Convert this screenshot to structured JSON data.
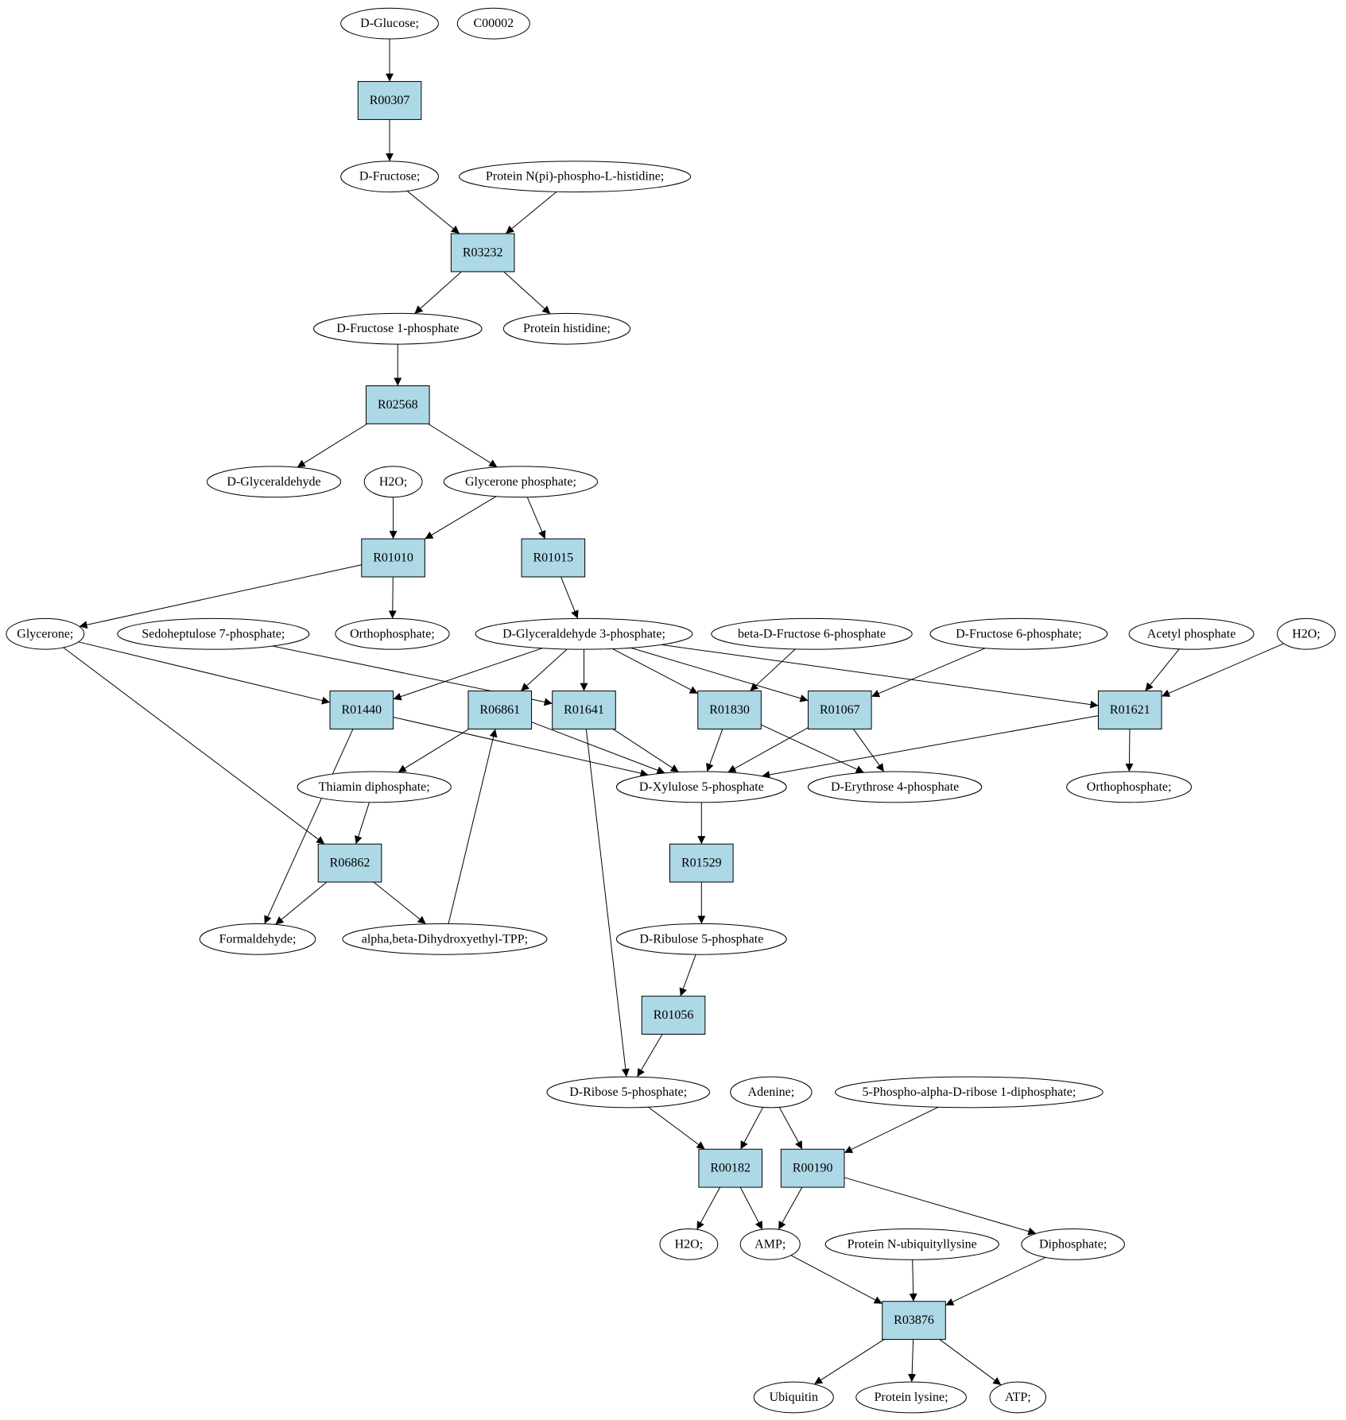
{
  "colors": {
    "reaction_fill": "#add8e6",
    "compound_fill": "#ffffff",
    "start_fill": "#00ee00",
    "highlight_fill": "#ffff00",
    "stroke": "#000000"
  },
  "nodes": [
    {
      "id": "n_glucose",
      "label": "D-Glucose;",
      "kind": "compound",
      "role": "start"
    },
    {
      "id": "n_c00002",
      "label": "C00002",
      "kind": "compound",
      "role": "highlight"
    },
    {
      "id": "r_R00307",
      "label": "R00307",
      "kind": "reaction"
    },
    {
      "id": "n_fructose",
      "label": "D-Fructose;",
      "kind": "compound"
    },
    {
      "id": "n_protnpi",
      "label": "Protein N(pi)-phospho-L-histidine;",
      "kind": "compound"
    },
    {
      "id": "r_R03232",
      "label": "R03232",
      "kind": "reaction"
    },
    {
      "id": "n_fru1p",
      "label": "D-Fructose 1-phosphate",
      "kind": "compound"
    },
    {
      "id": "n_prothis",
      "label": "Protein histidine;",
      "kind": "compound"
    },
    {
      "id": "r_R02568",
      "label": "R02568",
      "kind": "reaction"
    },
    {
      "id": "n_glyald",
      "label": "D-Glyceraldehyde",
      "kind": "compound"
    },
    {
      "id": "n_h2o_a",
      "label": "H2O;",
      "kind": "compound"
    },
    {
      "id": "n_glyp",
      "label": "Glycerone phosphate;",
      "kind": "compound"
    },
    {
      "id": "r_R01010",
      "label": "R01010",
      "kind": "reaction"
    },
    {
      "id": "r_R01015",
      "label": "R01015",
      "kind": "reaction"
    },
    {
      "id": "n_glycerone",
      "label": "Glycerone;",
      "kind": "compound"
    },
    {
      "id": "n_sed7p",
      "label": "Sedoheptulose 7-phosphate;",
      "kind": "compound"
    },
    {
      "id": "n_ortho_a",
      "label": "Orthophosphate;",
      "kind": "compound"
    },
    {
      "id": "n_ga3p",
      "label": "D-Glyceraldehyde 3-phosphate;",
      "kind": "compound"
    },
    {
      "id": "n_bf6p",
      "label": "beta-D-Fructose 6-phosphate",
      "kind": "compound"
    },
    {
      "id": "n_df6p",
      "label": "D-Fructose 6-phosphate;",
      "kind": "compound"
    },
    {
      "id": "n_acp",
      "label": "Acetyl phosphate",
      "kind": "compound"
    },
    {
      "id": "n_h2o_b",
      "label": "H2O;",
      "kind": "compound"
    },
    {
      "id": "r_R01440",
      "label": "R01440",
      "kind": "reaction"
    },
    {
      "id": "r_R06861",
      "label": "R06861",
      "kind": "reaction"
    },
    {
      "id": "r_R01641",
      "label": "R01641",
      "kind": "reaction"
    },
    {
      "id": "r_R01830",
      "label": "R01830",
      "kind": "reaction"
    },
    {
      "id": "r_R01067",
      "label": "R01067",
      "kind": "reaction"
    },
    {
      "id": "r_R01621",
      "label": "R01621",
      "kind": "reaction"
    },
    {
      "id": "n_thdp",
      "label": "Thiamin diphosphate;",
      "kind": "compound"
    },
    {
      "id": "n_x5p",
      "label": "D-Xylulose 5-phosphate",
      "kind": "compound"
    },
    {
      "id": "n_e4p",
      "label": "D-Erythrose 4-phosphate",
      "kind": "compound"
    },
    {
      "id": "n_ortho_b",
      "label": "Orthophosphate;",
      "kind": "compound"
    },
    {
      "id": "r_R06862",
      "label": "R06862",
      "kind": "reaction"
    },
    {
      "id": "r_R01529",
      "label": "R01529",
      "kind": "reaction"
    },
    {
      "id": "n_formald",
      "label": "Formaldehyde;",
      "kind": "compound"
    },
    {
      "id": "n_abtpp",
      "label": "alpha,beta-Dihydroxyethyl-TPP;",
      "kind": "compound"
    },
    {
      "id": "n_ru5p",
      "label": "D-Ribulose 5-phosphate",
      "kind": "compound"
    },
    {
      "id": "r_R01056",
      "label": "R01056",
      "kind": "reaction"
    },
    {
      "id": "n_r5p",
      "label": "D-Ribose 5-phosphate;",
      "kind": "compound"
    },
    {
      "id": "n_adenine",
      "label": "Adenine;",
      "kind": "compound"
    },
    {
      "id": "n_prpp",
      "label": "5-Phospho-alpha-D-ribose 1-diphosphate;",
      "kind": "compound"
    },
    {
      "id": "r_R00182",
      "label": "R00182",
      "kind": "reaction"
    },
    {
      "id": "r_R00190",
      "label": "R00190",
      "kind": "reaction"
    },
    {
      "id": "n_h2o_c",
      "label": "H2O;",
      "kind": "compound"
    },
    {
      "id": "n_amp",
      "label": "AMP;",
      "kind": "compound"
    },
    {
      "id": "n_protnub",
      "label": "Protein N-ubiquityllysine",
      "kind": "compound"
    },
    {
      "id": "n_diphos",
      "label": "Diphosphate;",
      "kind": "compound"
    },
    {
      "id": "r_R03876",
      "label": "R03876",
      "kind": "reaction"
    },
    {
      "id": "n_ubiq",
      "label": "Ubiquitin",
      "kind": "compound"
    },
    {
      "id": "n_protlys",
      "label": "Protein lysine;",
      "kind": "compound"
    },
    {
      "id": "n_atp",
      "label": "ATP;",
      "kind": "compound"
    }
  ],
  "edges": [
    [
      "n_glucose",
      "r_R00307"
    ],
    [
      "r_R00307",
      "n_fructose"
    ],
    [
      "n_fructose",
      "r_R03232"
    ],
    [
      "n_protnpi",
      "r_R03232"
    ],
    [
      "r_R03232",
      "n_fru1p"
    ],
    [
      "r_R03232",
      "n_prothis"
    ],
    [
      "n_fru1p",
      "r_R02568"
    ],
    [
      "r_R02568",
      "n_glyald"
    ],
    [
      "r_R02568",
      "n_glyp"
    ],
    [
      "n_h2o_a",
      "r_R01010"
    ],
    [
      "n_glyp",
      "r_R01010"
    ],
    [
      "n_glyp",
      "r_R01015"
    ],
    [
      "r_R01010",
      "n_glycerone"
    ],
    [
      "r_R01010",
      "n_ortho_a"
    ],
    [
      "r_R01015",
      "n_ga3p"
    ],
    [
      "n_glycerone",
      "r_R01440"
    ],
    [
      "n_glycerone",
      "r_R06862"
    ],
    [
      "n_sed7p",
      "r_R01641"
    ],
    [
      "n_ga3p",
      "r_R01440"
    ],
    [
      "n_ga3p",
      "r_R06861"
    ],
    [
      "n_ga3p",
      "r_R01641"
    ],
    [
      "n_ga3p",
      "r_R01830"
    ],
    [
      "n_ga3p",
      "r_R01067"
    ],
    [
      "n_ga3p",
      "r_R01621"
    ],
    [
      "n_bf6p",
      "r_R01830"
    ],
    [
      "n_df6p",
      "r_R01067"
    ],
    [
      "n_acp",
      "r_R01621"
    ],
    [
      "n_h2o_b",
      "r_R01621"
    ],
    [
      "r_R01440",
      "n_x5p"
    ],
    [
      "r_R01440",
      "n_formald"
    ],
    [
      "r_R06861",
      "n_thdp"
    ],
    [
      "r_R06861",
      "n_x5p"
    ],
    [
      "r_R01641",
      "n_x5p"
    ],
    [
      "r_R01641",
      "n_r5p"
    ],
    [
      "r_R01830",
      "n_x5p"
    ],
    [
      "r_R01830",
      "n_e4p"
    ],
    [
      "r_R01067",
      "n_x5p"
    ],
    [
      "r_R01067",
      "n_e4p"
    ],
    [
      "r_R01621",
      "n_x5p"
    ],
    [
      "r_R01621",
      "n_ortho_b"
    ],
    [
      "n_thdp",
      "r_R06862"
    ],
    [
      "r_R06862",
      "n_formald"
    ],
    [
      "r_R06862",
      "n_abtpp"
    ],
    [
      "n_abtpp",
      "r_R06861"
    ],
    [
      "n_x5p",
      "r_R01529"
    ],
    [
      "r_R01529",
      "n_ru5p"
    ],
    [
      "n_ru5p",
      "r_R01056"
    ],
    [
      "r_R01056",
      "n_r5p"
    ],
    [
      "n_r5p",
      "r_R00182"
    ],
    [
      "n_adenine",
      "r_R00182"
    ],
    [
      "n_adenine",
      "r_R00190"
    ],
    [
      "n_prpp",
      "r_R00190"
    ],
    [
      "r_R00182",
      "n_h2o_c"
    ],
    [
      "r_R00182",
      "n_amp"
    ],
    [
      "r_R00190",
      "n_amp"
    ],
    [
      "r_R00190",
      "n_diphos"
    ],
    [
      "n_amp",
      "r_R03876"
    ],
    [
      "n_protnub",
      "r_R03876"
    ],
    [
      "n_diphos",
      "r_R03876"
    ],
    [
      "r_R03876",
      "n_ubiq"
    ],
    [
      "r_R03876",
      "n_protlys"
    ],
    [
      "r_R03876",
      "n_atp"
    ]
  ]
}
